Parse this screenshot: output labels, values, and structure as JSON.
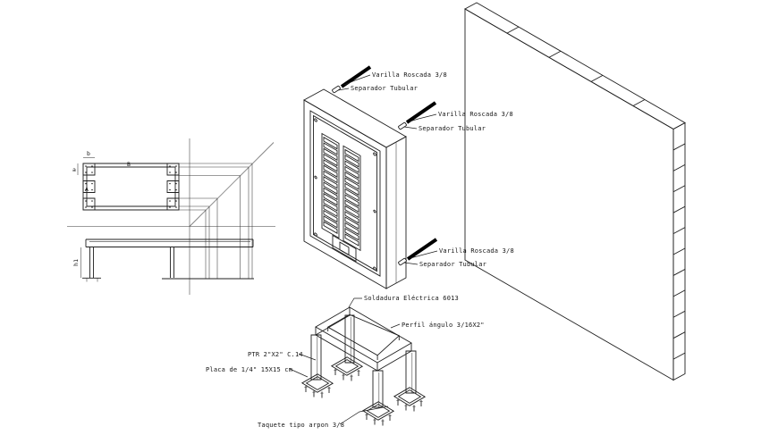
{
  "drawing": {
    "background": "#ffffff",
    "line_color": "#1f1f1f",
    "annotations": {
      "varilla_roscada_1": "Varilla Roscada 3/8",
      "separador_tubular_1": "Separador Tubular",
      "varilla_roscada_2": "Varilla Roscada 3/8",
      "separador_tubular_2": "Separador Tubular",
      "varilla_roscada_3": "Varilla Roscada 3/8",
      "separador_tubular_3": "Separador Tubular",
      "soldadura": "Soldadura Eléctrica 6013",
      "perfil": "Perfil ángulo 3/16X2\"",
      "ptr": "PTR 2\"X2\" C.14",
      "placa": "Placa de 1/4\" 15X15 cm",
      "taquete": "Taquete tipo arpon 3/8"
    },
    "dimensions": {
      "top_small": "b",
      "left_small": "a",
      "left_large": "A",
      "top_large": "B",
      "height": "h1"
    }
  }
}
